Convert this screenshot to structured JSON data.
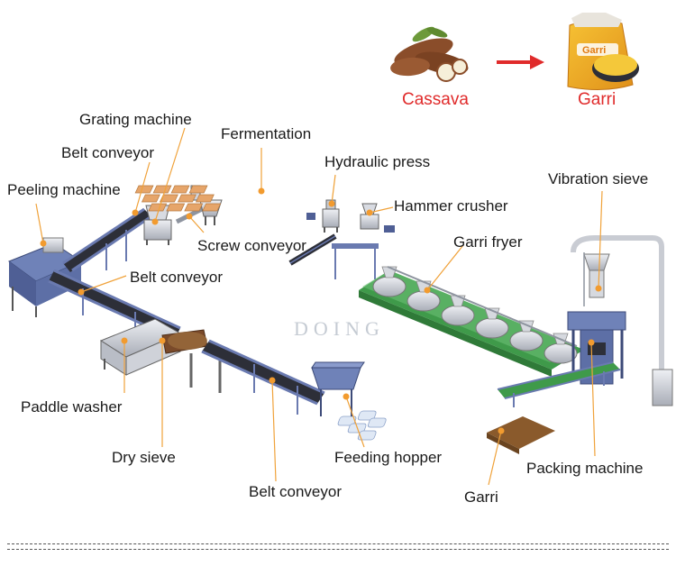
{
  "products": {
    "input": "Cassava",
    "output": "Garri",
    "bag_text": "Garri"
  },
  "labels": {
    "grating_machine": "Grating machine",
    "belt_conveyor_1": "Belt conveyor",
    "peeling_machine": "Peeling machine",
    "fermentation": "Fermentation",
    "hydraulic_press": "Hydraulic press",
    "hammer_crusher": "Hammer crusher",
    "screw_conveyor": "Screw conveyor",
    "garri_fryer": "Garri fryer",
    "vibration_sieve": "Vibration sieve",
    "belt_conveyor_2": "Belt conveyor",
    "paddle_washer": "Paddle washer",
    "dry_sieve": "Dry sieve",
    "feeding_hopper": "Feeding hopper",
    "belt_conveyor_3": "Belt conveyor",
    "packing_machine": "Packing machine",
    "garri_output": "Garri"
  },
  "watermark": "DOING",
  "colors": {
    "leader_line": "#f0a23a",
    "leader_dot": "#f29b2f",
    "product_label": "#e02b2b",
    "machine_blue": "#5b6fa8",
    "belt_dark": "#2d2f38",
    "fryer_green": "#3f9a4a",
    "steel": "#c9ccd3"
  }
}
